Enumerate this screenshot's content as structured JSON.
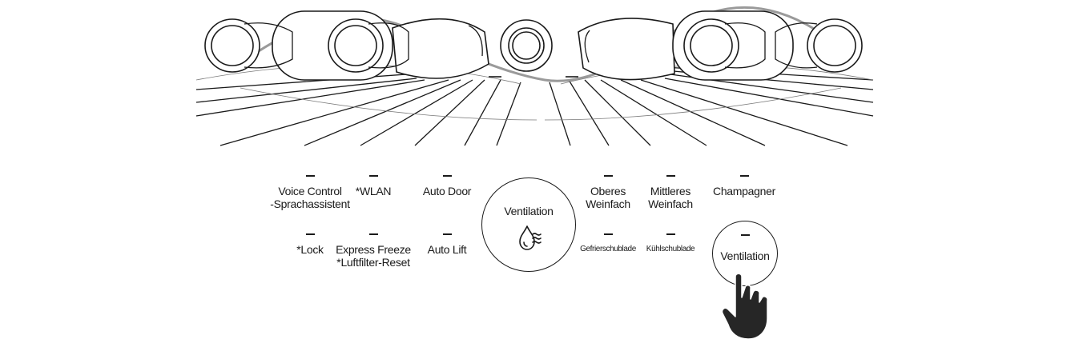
{
  "buttons": {
    "voice_control": {
      "line1": "Voice Control",
      "line2": "-Sprachassistent"
    },
    "wlan": {
      "line1": "*WLAN"
    },
    "auto_door": {
      "line1": "Auto Door"
    },
    "lock": {
      "line1": "*Lock"
    },
    "express_freeze": {
      "line1": "Express Freeze",
      "line2": "*Luftfilter-Reset"
    },
    "auto_lift": {
      "line1": "Auto Lift"
    },
    "center_ventilation": {
      "line1": "Ventilation"
    },
    "oberes_weinfach": {
      "line1": "Oberes",
      "line2": "Weinfach"
    },
    "mittleres_weinfach": {
      "line1": "Mittleres",
      "line2": "Weinfach"
    },
    "champagner": {
      "line1": "Champagner"
    },
    "gefrierschublade": {
      "line1": "Gefrierschublade"
    },
    "kuehlschublade": {
      "line1": "Kühlschublade"
    },
    "right_ventilation": {
      "line1": "Ventilation"
    }
  },
  "icons": {
    "center_ventilation_icon": "drop-with-waves-icon",
    "pointer": "pointing-hand-icon",
    "decoration": "bottle-illustration"
  },
  "colors": {
    "ink": "#1a1a1a",
    "hand": "#262626",
    "background": "#ffffff"
  }
}
